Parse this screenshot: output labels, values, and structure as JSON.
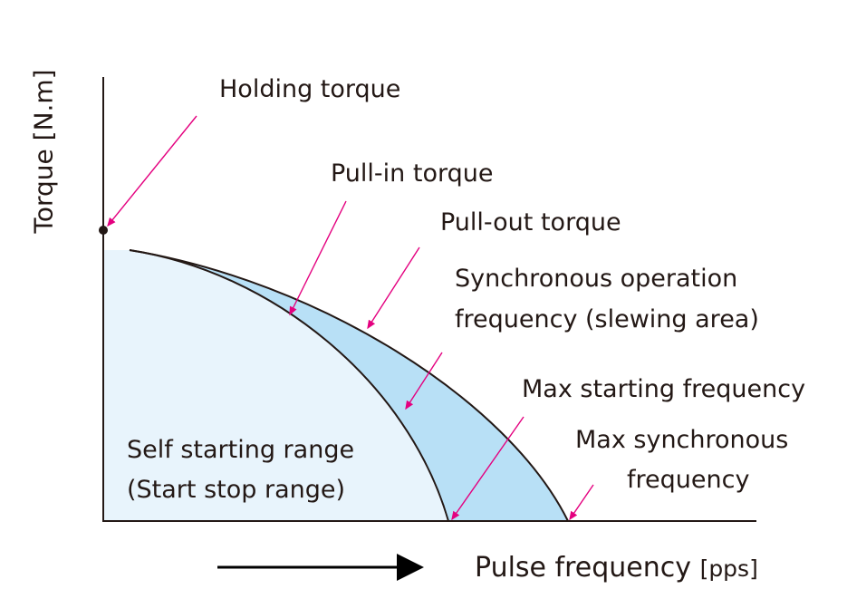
{
  "y_axis_label": "Torque [N.m]",
  "x_axis_label": "Pulse frequency",
  "x_axis_unit": "[pps]",
  "annotations": {
    "holding_torque": "Holding torque",
    "pull_in_torque": "Pull-in torque",
    "pull_out_torque": "Pull-out torque",
    "synchronous_line1": "Synchronous operation",
    "synchronous_line2": "frequency (slewing area)",
    "max_starting": "Max starting frequency",
    "max_sync_line1": "Max synchronous",
    "max_sync_line2": "frequency",
    "self_start_line1": "Self starting range",
    "self_start_line2": "(Start stop range)"
  },
  "colors": {
    "self_start_fill": "#e8f4fc",
    "slewing_fill": "#b8e0f6",
    "arrow": "#e4007f",
    "ink": "#231815"
  }
}
